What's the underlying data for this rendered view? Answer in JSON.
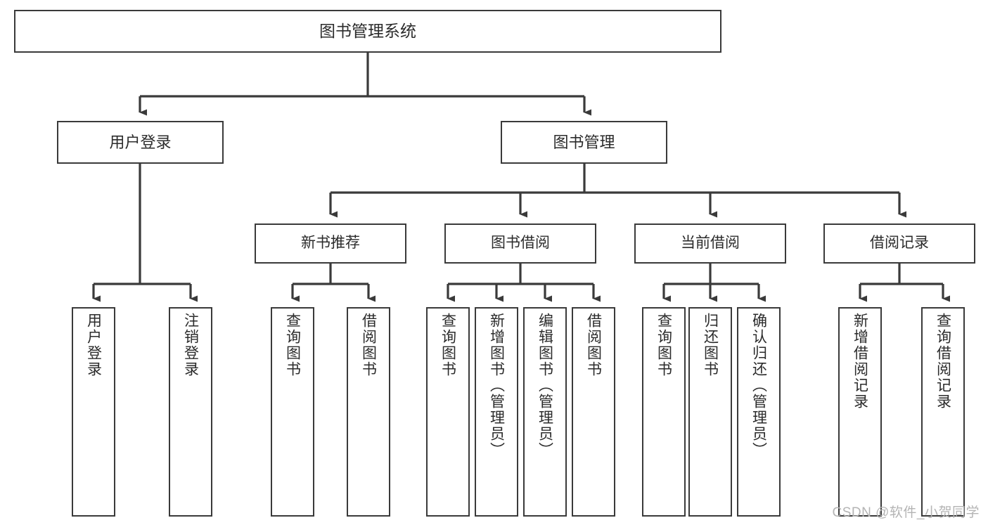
{
  "diagram": {
    "title": "图书管理系统",
    "type": "functional-structure-tree",
    "watermark": "CSDN @软件_小贺同学",
    "colors": {
      "node_border": "#3a3a3a",
      "node_fill": "#ffffff",
      "edge": "#3a3a3a",
      "text": "#2b2b2b",
      "watermark": "#b4b4b4",
      "background": "#ffffff"
    }
  },
  "nodes": {
    "root": {
      "label": "图书管理系统"
    },
    "level1": [
      {
        "id": "user-login",
        "label": "用户登录"
      },
      {
        "id": "book-management",
        "label": "图书管理"
      }
    ],
    "level2": [
      {
        "id": "new-book-recommend",
        "label": "新书推荐"
      },
      {
        "id": "book-borrow",
        "label": "图书借阅"
      },
      {
        "id": "current-borrow",
        "label": "当前借阅"
      },
      {
        "id": "borrow-record",
        "label": "借阅记录"
      }
    ],
    "leaves": {
      "user-login": [
        {
          "id": "leaf-user-login",
          "label": "用户登录"
        },
        {
          "id": "leaf-logout",
          "label": "注销登录"
        }
      ],
      "new-book-recommend": [
        {
          "id": "leaf-query-book-1",
          "label": "查询图书"
        },
        {
          "id": "leaf-borrow-book-1",
          "label": "借阅图书"
        }
      ],
      "book-borrow": [
        {
          "id": "leaf-query-book-2",
          "label": "查询图书"
        },
        {
          "id": "leaf-add-book",
          "label": "新增图书（管理员）"
        },
        {
          "id": "leaf-edit-book",
          "label": "编辑图书（管理员）"
        },
        {
          "id": "leaf-borrow-book-2",
          "label": "借阅图书"
        }
      ],
      "current-borrow": [
        {
          "id": "leaf-query-book-3",
          "label": "查询图书"
        },
        {
          "id": "leaf-return-book",
          "label": "归还图书"
        },
        {
          "id": "leaf-confirm-return",
          "label": "确认归还（管理员）"
        }
      ],
      "borrow-record": [
        {
          "id": "leaf-add-record",
          "label": "新增借阅记录"
        },
        {
          "id": "leaf-query-record",
          "label": "查询借阅记录"
        }
      ]
    }
  }
}
